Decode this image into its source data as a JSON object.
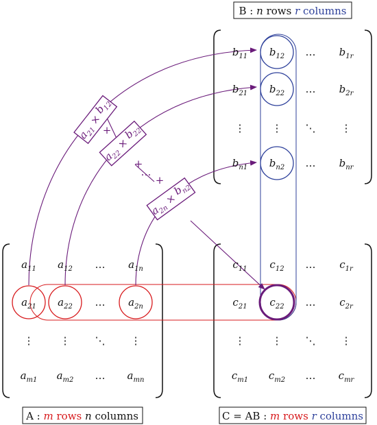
{
  "colors": {
    "red": "#d7191c",
    "blue": "#2c3f9a",
    "purple": "#6a1b7a",
    "black": "#111111"
  },
  "labels": {
    "b": {
      "prefix": "B : ",
      "n": "n",
      "mid": " rows ",
      "r": "r",
      "tail": " columns"
    },
    "a": {
      "prefix": "A : ",
      "m": "m",
      "mid": " rows ",
      "n": "n",
      "tail": " columns"
    },
    "c": {
      "prefix": "C = AB : ",
      "m": "m",
      "mid": " rows ",
      "r": "r",
      "tail": " columns"
    }
  },
  "dots": {
    "h": "…",
    "v": "⋮",
    "d": "⋱"
  },
  "matrix_a": {
    "rows": [
      [
        {
          "b": "a",
          "s": "11"
        },
        {
          "b": "a",
          "s": "12"
        },
        {
          "dots": "h"
        },
        {
          "b": "a",
          "s": "1n"
        }
      ],
      [
        {
          "b": "a",
          "s": "21",
          "c": "red"
        },
        {
          "b": "a",
          "s": "22",
          "c": "red"
        },
        {
          "dots": "h",
          "c": "red"
        },
        {
          "b": "a",
          "s": "2n",
          "c": "red"
        }
      ],
      [
        {
          "dots": "v"
        },
        {
          "dots": "v"
        },
        {
          "dots": "d"
        },
        {
          "dots": "v"
        }
      ],
      [
        {
          "b": "a",
          "s": "m1"
        },
        {
          "b": "a",
          "s": "m2"
        },
        {
          "dots": "h"
        },
        {
          "b": "a",
          "s": "mn"
        }
      ]
    ]
  },
  "matrix_b": {
    "rows": [
      [
        {
          "b": "b",
          "s": "11"
        },
        {
          "b": "b",
          "s": "12",
          "c": "blue"
        },
        {
          "dots": "h"
        },
        {
          "b": "b",
          "s": "1r"
        }
      ],
      [
        {
          "b": "b",
          "s": "21"
        },
        {
          "b": "b",
          "s": "22",
          "c": "blue"
        },
        {
          "dots": "h"
        },
        {
          "b": "b",
          "s": "2r"
        }
      ],
      [
        {
          "dots": "v"
        },
        {
          "dots": "v",
          "c": "blue"
        },
        {
          "dots": "d"
        },
        {
          "dots": "v"
        }
      ],
      [
        {
          "b": "b",
          "s": "n1"
        },
        {
          "b": "b",
          "s": "n2",
          "c": "blue"
        },
        {
          "dots": "h"
        },
        {
          "b": "b",
          "s": "nr"
        }
      ]
    ]
  },
  "matrix_c": {
    "rows": [
      [
        {
          "b": "c",
          "s": "11"
        },
        {
          "b": "c",
          "s": "12"
        },
        {
          "dots": "h"
        },
        {
          "b": "c",
          "s": "1r"
        }
      ],
      [
        {
          "b": "c",
          "s": "21"
        },
        {
          "b": "c",
          "s": "22",
          "c": "purple"
        },
        {
          "dots": "h"
        },
        {
          "b": "c",
          "s": "2r"
        }
      ],
      [
        {
          "dots": "v"
        },
        {
          "dots": "v"
        },
        {
          "dots": "d"
        },
        {
          "dots": "v"
        }
      ],
      [
        {
          "b": "c",
          "s": "m1"
        },
        {
          "b": "c",
          "s": "m2"
        },
        {
          "dots": "h"
        },
        {
          "b": "c",
          "s": "mr"
        }
      ]
    ]
  },
  "products": [
    {
      "a": "21",
      "b": "12"
    },
    {
      "a": "22",
      "b": "22"
    },
    {
      "a": "2n",
      "b": "n2"
    }
  ],
  "operators": {
    "times": "×",
    "plus": "+"
  }
}
